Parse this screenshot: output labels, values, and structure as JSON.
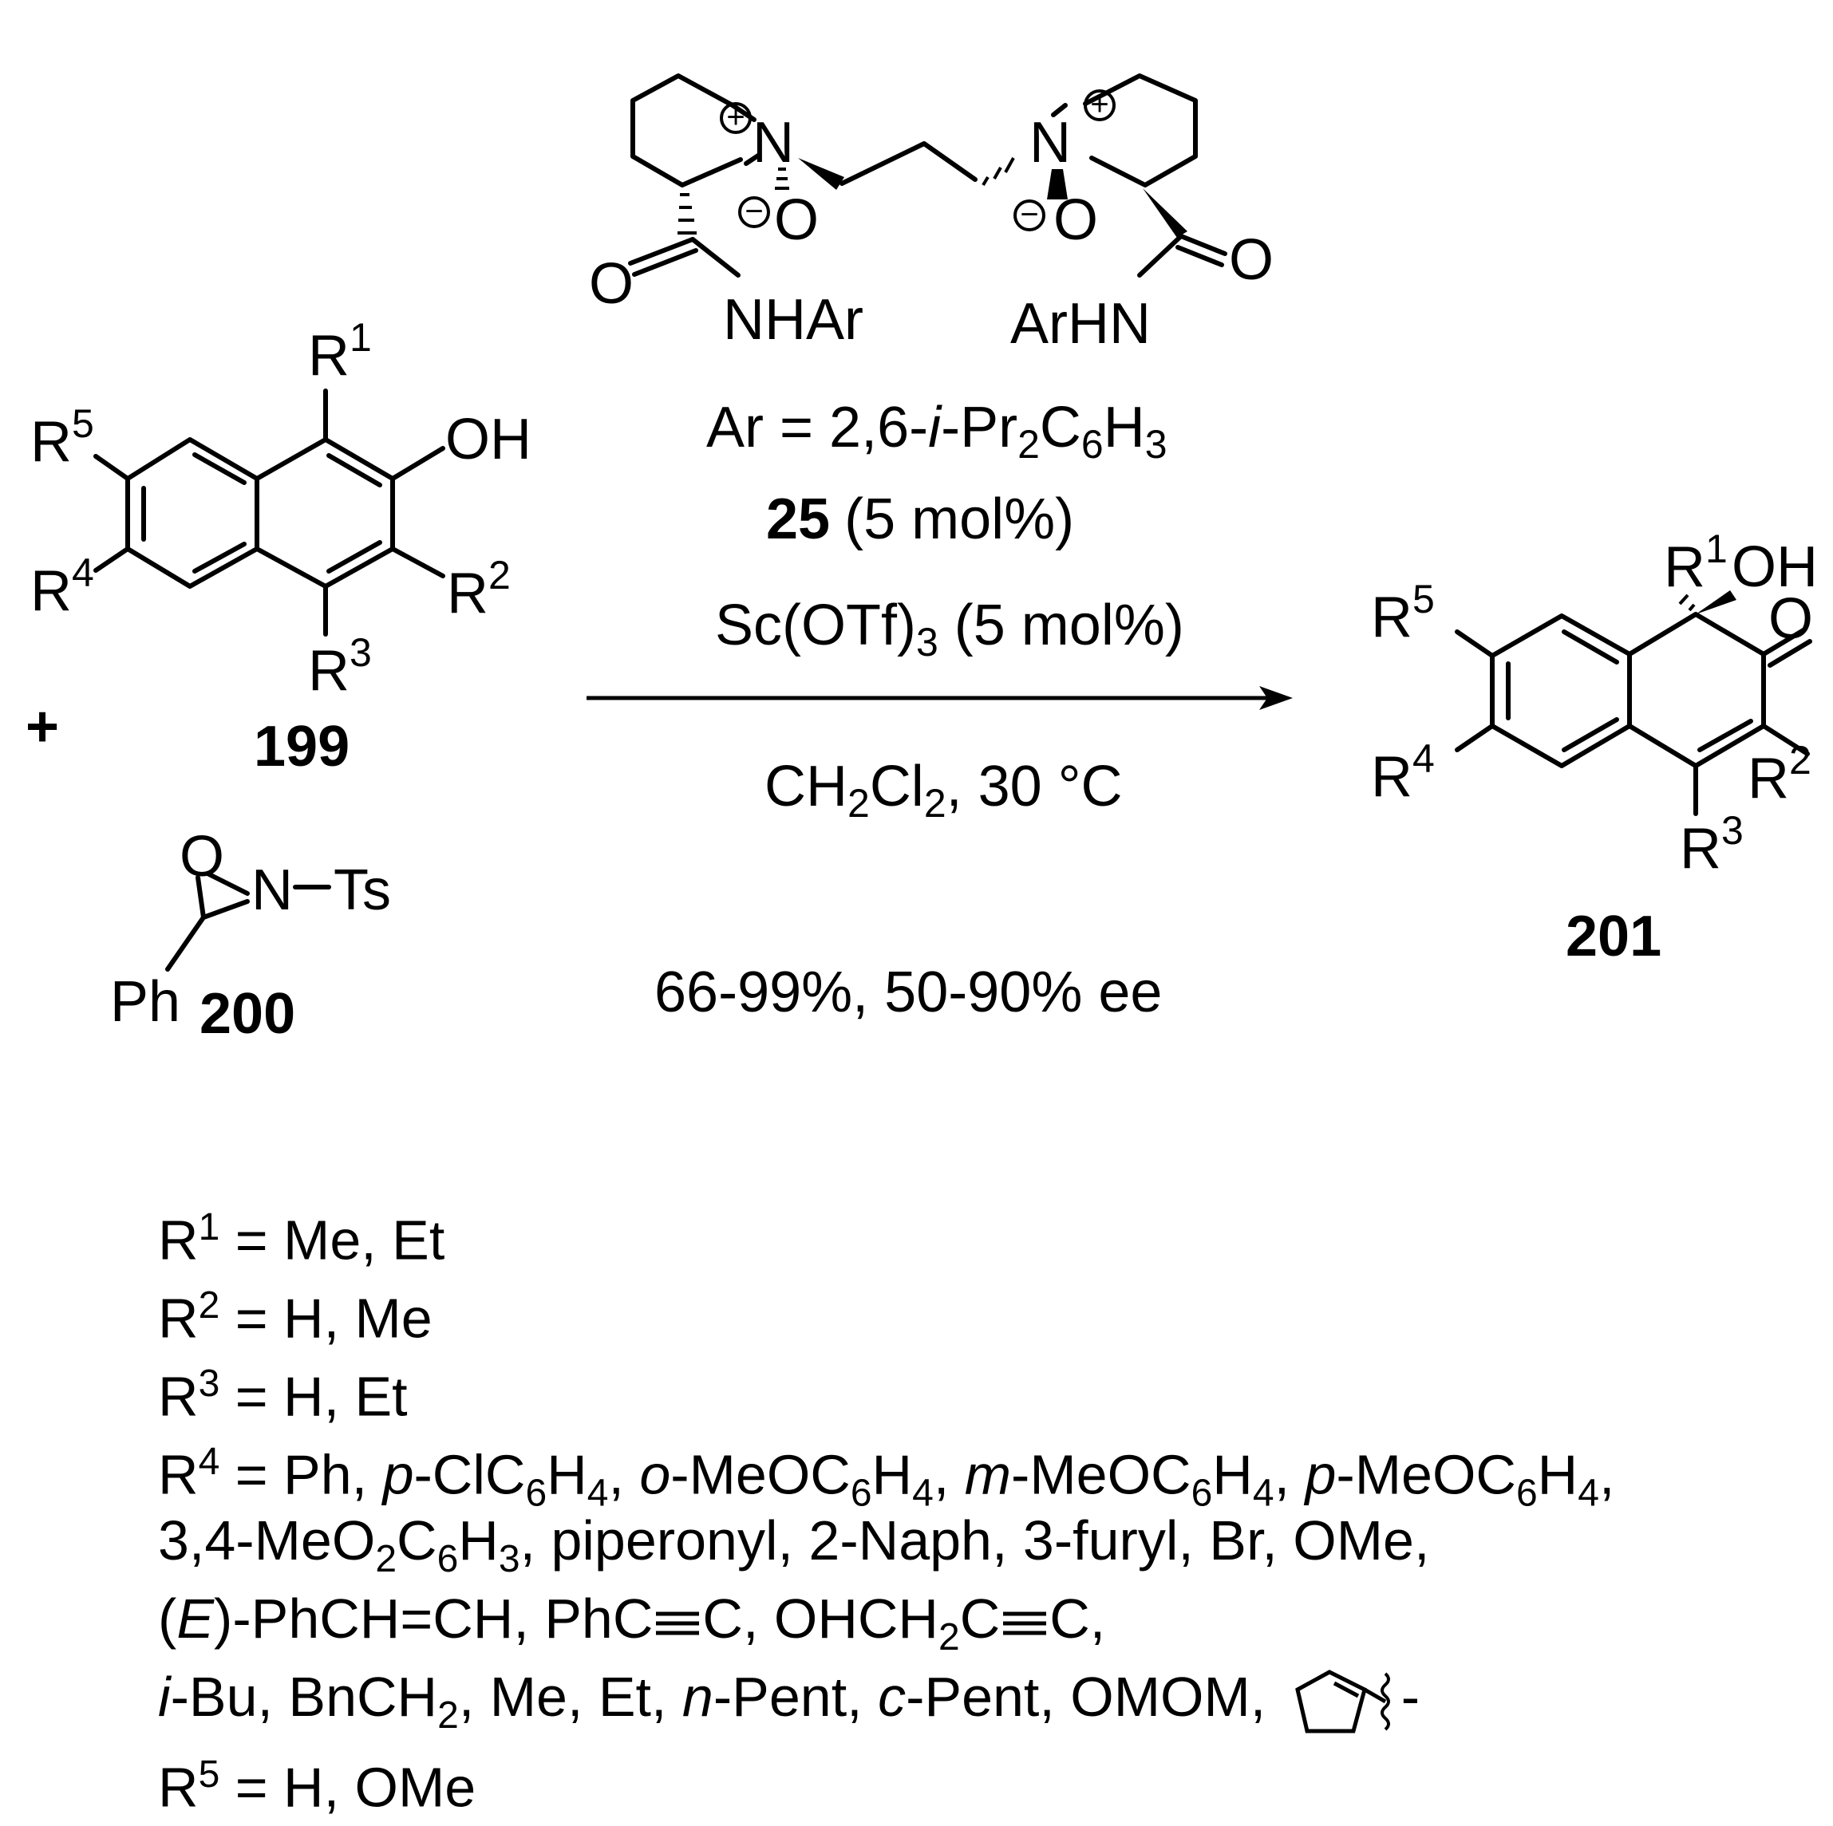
{
  "catalyst": {
    "nhar_left": "NHAr",
    "arhn_right": "ArHN",
    "ar_def": {
      "pre": "Ar = 2,6-",
      "i": "i",
      "mid": "-Pr",
      "s1": "2",
      "c": "C",
      "s2": "6",
      "h": "H",
      "s3": "3"
    },
    "number": "25",
    "loading": "(5 mol%)"
  },
  "conditions": {
    "lewis_acid": {
      "main": "Sc(OTf)",
      "sub": "3",
      "tail": " (5 mol%)"
    },
    "solvent": {
      "ch": "CH",
      "s1": "2",
      "cl": "Cl",
      "s2": "2",
      "tail": ", 30 °C"
    },
    "yield": "66-99%, 50-90% ee"
  },
  "reactants": {
    "naphthol_number": "199",
    "oxaziridine_number": "200",
    "plus": "+",
    "ts": "Ts",
    "ph": "Ph"
  },
  "product": {
    "number": "201"
  },
  "atoms": {
    "N": "N",
    "O": "O",
    "OH": "OH",
    "plus": "+",
    "minus": "−",
    "R": "R"
  },
  "substituents": {
    "r1": {
      "label": "R",
      "num": "1",
      "text": " = Me, Et"
    },
    "r2": {
      "label": "R",
      "num": "2",
      "text": " = H, Me"
    },
    "r3": {
      "label": "R",
      "num": "3",
      "text": " = H, Et"
    },
    "r4": {
      "label": "R",
      "num": "4",
      "a": " = Ph, ",
      "p1": "p",
      "b": "-ClC",
      "b6": "6",
      "bh": "H",
      "b4": "4",
      "c": ", ",
      "o": "o",
      "d": "-MeOC",
      "d6": "6",
      "dh": "H",
      "d4": "4",
      "e": ", ",
      "m": "m",
      "f": "-MeOC",
      "f6": "6",
      "fh": "H",
      "f4": "4",
      "g": ", ",
      "p2": "p",
      "h": "-MeOC",
      "h6": "6",
      "hh": "H",
      "h4": "4",
      "i": ","
    },
    "r4_line2": {
      "a": "3,4-MeO",
      "s2": "2",
      "c": "C",
      "s6": "6",
      "h": "H",
      "s3": "3",
      "tail": ", piperonyl, 2-Naph, 3-furyl, Br, OMe,"
    },
    "r4_line3": {
      "open": "(",
      "e": "E",
      "a": ")-PhCH=CH, PhC",
      "b": "C, OHCH",
      "s2": "2",
      "c": "C",
      "d": "C,"
    },
    "r4_line4": {
      "i": "i",
      "a": "-Bu, BnCH",
      "s2": "2",
      "b": ", Me, Et, ",
      "n": "n",
      "c": "-Pent, ",
      "cc": "c",
      "d": "-Pent, OMOM, ",
      "tail": "-"
    },
    "r5": {
      "label": "R",
      "num": "5",
      "text": " = H, OMe"
    }
  }
}
